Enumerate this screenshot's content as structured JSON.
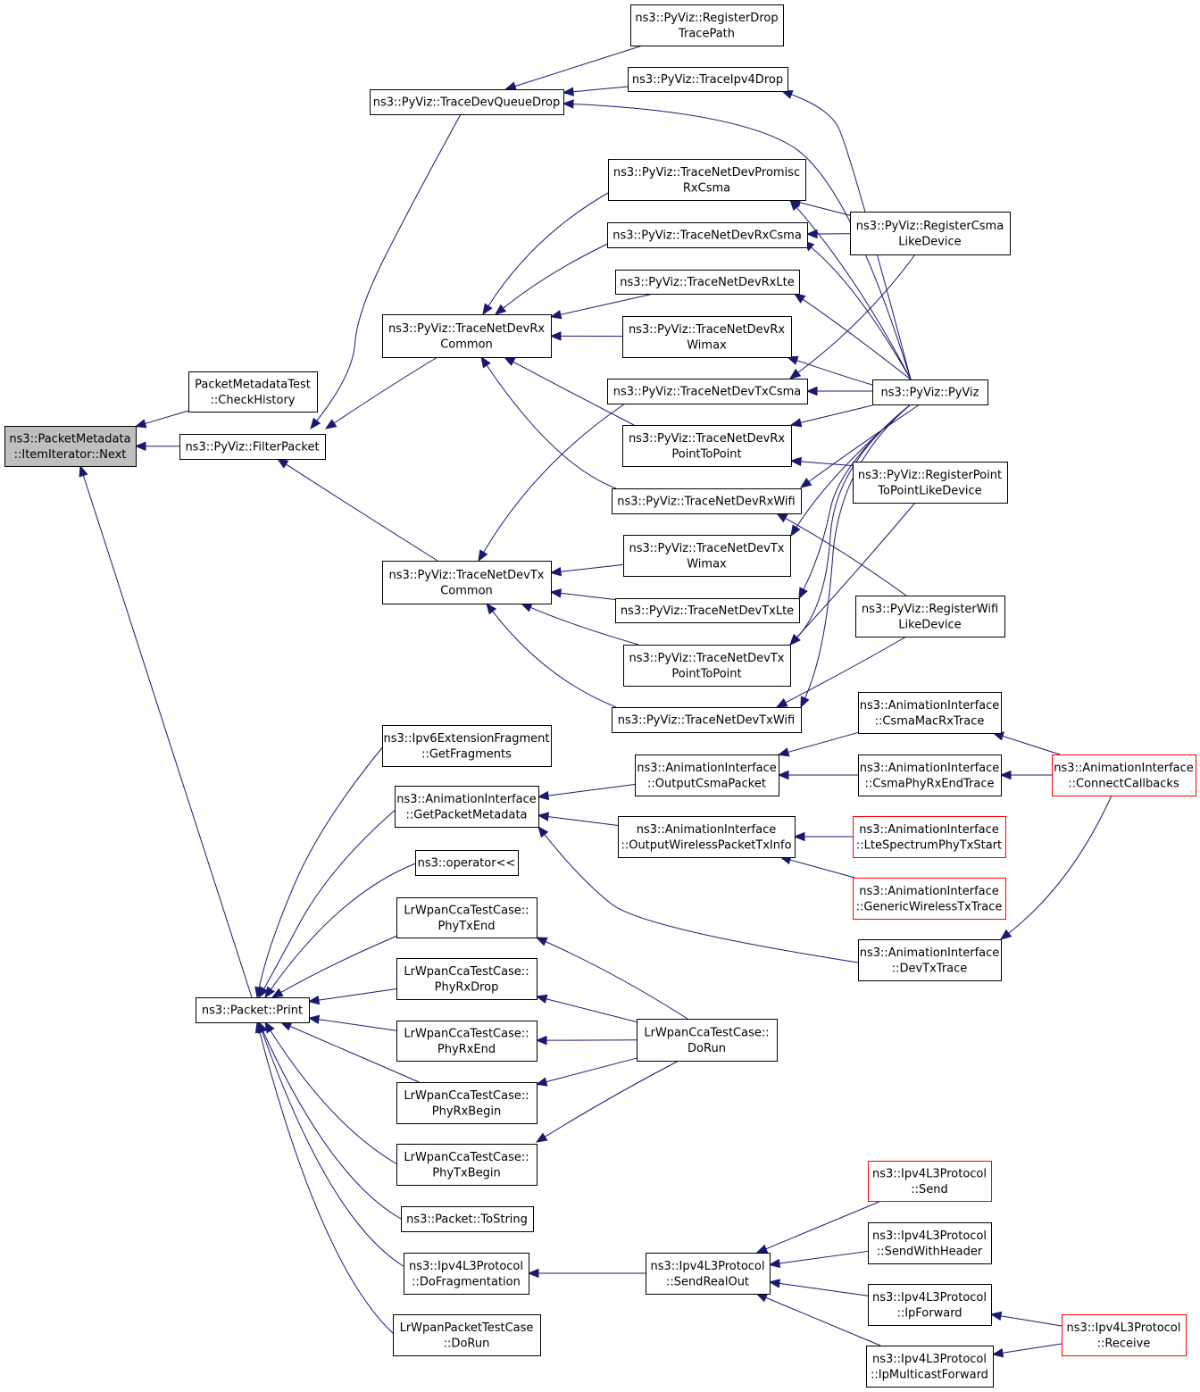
{
  "colors": {
    "edge": "#191970",
    "node_border": "#000000",
    "node_border_truncated": "#ff0000",
    "root_fill": "#bfbfbf",
    "node_fill": "#ffffff"
  },
  "nodes": {
    "next": {
      "lines": [
        "ns3::PacketMetadata",
        "::ItemIterator::Next"
      ],
      "root": true
    },
    "checkhistory": {
      "lines": [
        "PacketMetadataTest",
        "::CheckHistory"
      ]
    },
    "filterpacket": {
      "lines": [
        "ns3::PyViz::FilterPacket"
      ]
    },
    "print": {
      "lines": [
        "ns3::Packet::Print"
      ]
    },
    "tracedevqueuedrop": {
      "lines": [
        "ns3::PyViz::TraceDevQueueDrop"
      ]
    },
    "tracenetdevrxcommon": {
      "lines": [
        "ns3::PyViz::TraceNetDevRx",
        "Common"
      ]
    },
    "tracenetdevtxcommon": {
      "lines": [
        "ns3::PyViz::TraceNetDevTx",
        "Common"
      ]
    },
    "registerdroptracepath": {
      "lines": [
        "ns3::PyViz::RegisterDrop",
        "TracePath"
      ]
    },
    "traceipv4drop": {
      "lines": [
        "ns3::PyViz::TraceIpv4Drop"
      ]
    },
    "tracepromiscrxcsma": {
      "lines": [
        "ns3::PyViz::TraceNetDevPromisc",
        "RxCsma"
      ]
    },
    "tracerxcsma": {
      "lines": [
        "ns3::PyViz::TraceNetDevRxCsma"
      ]
    },
    "tracerxlte": {
      "lines": [
        "ns3::PyViz::TraceNetDevRxLte"
      ]
    },
    "tracerxwimax": {
      "lines": [
        "ns3::PyViz::TraceNetDevRx",
        "Wimax"
      ]
    },
    "tracetxcsma": {
      "lines": [
        "ns3::PyViz::TraceNetDevTxCsma"
      ]
    },
    "tracerxp2p": {
      "lines": [
        "ns3::PyViz::TraceNetDevRx",
        "PointToPoint"
      ]
    },
    "tracerxwifi": {
      "lines": [
        "ns3::PyViz::TraceNetDevRxWifi"
      ]
    },
    "tracetxwimax": {
      "lines": [
        "ns3::PyViz::TraceNetDevTx",
        "Wimax"
      ]
    },
    "tracetxlte": {
      "lines": [
        "ns3::PyViz::TraceNetDevTxLte"
      ]
    },
    "tracetxp2p": {
      "lines": [
        "ns3::PyViz::TraceNetDevTx",
        "PointToPoint"
      ]
    },
    "tracetxwifi": {
      "lines": [
        "ns3::PyViz::TraceNetDevTxWifi"
      ]
    },
    "pyviz": {
      "lines": [
        "ns3::PyViz::PyViz"
      ]
    },
    "registercsma": {
      "lines": [
        "ns3::PyViz::RegisterCsma",
        "LikeDevice"
      ]
    },
    "registerp2p": {
      "lines": [
        "ns3::PyViz::RegisterPoint",
        "ToPointLikeDevice"
      ]
    },
    "registerwifi": {
      "lines": [
        "ns3::PyViz::RegisterWifi",
        "LikeDevice"
      ]
    },
    "ipv6getfragments": {
      "lines": [
        "ns3::Ipv6ExtensionFragment",
        "::GetFragments"
      ]
    },
    "getpacketmetadata": {
      "lines": [
        "ns3::AnimationInterface",
        "::GetPacketMetadata"
      ]
    },
    "operatorll": {
      "lines": [
        "ns3::operator<<"
      ]
    },
    "phytxend": {
      "lines": [
        "LrWpanCcaTestCase::",
        "PhyTxEnd"
      ]
    },
    "phyrxdrop": {
      "lines": [
        "LrWpanCcaTestCase::",
        "PhyRxDrop"
      ]
    },
    "phyrxend": {
      "lines": [
        "LrWpanCcaTestCase::",
        "PhyRxEnd"
      ]
    },
    "phyrxbegin": {
      "lines": [
        "LrWpanCcaTestCase::",
        "PhyRxBegin"
      ]
    },
    "phytxbegin": {
      "lines": [
        "LrWpanCcaTestCase::",
        "PhyTxBegin"
      ]
    },
    "tostring": {
      "lines": [
        "ns3::Packet::ToString"
      ]
    },
    "dofragmentation": {
      "lines": [
        "ns3::Ipv4L3Protocol",
        "::DoFragmentation"
      ]
    },
    "lrwpanpacketdorun": {
      "lines": [
        "LrWpanPacketTestCase",
        "::DoRun"
      ]
    },
    "outputcsmapacket": {
      "lines": [
        "ns3::AnimationInterface",
        "::OutputCsmaPacket"
      ]
    },
    "outputwireless": {
      "lines": [
        "ns3::AnimationInterface",
        "::OutputWirelessPacketTxInfo"
      ]
    },
    "csmamacrxtrace": {
      "lines": [
        "ns3::AnimationInterface",
        "::CsmaMacRxTrace"
      ]
    },
    "csmaphyrxendtrace": {
      "lines": [
        "ns3::AnimationInterface",
        "::CsmaPhyRxEndTrace"
      ]
    },
    "ltespectrum": {
      "lines": [
        "ns3::AnimationInterface",
        "::LteSpectrumPhyTxStart"
      ],
      "truncated": true
    },
    "genericwireless": {
      "lines": [
        "ns3::AnimationInterface",
        "::GenericWirelessTxTrace"
      ],
      "truncated": true
    },
    "devtxtrace": {
      "lines": [
        "ns3::AnimationInterface",
        "::DevTxTrace"
      ]
    },
    "connectcallbacks": {
      "lines": [
        "ns3::AnimationInterface",
        "::ConnectCallbacks"
      ],
      "truncated": true
    },
    "lrwpanccadorun": {
      "lines": [
        "LrWpanCcaTestCase::",
        "DoRun"
      ]
    },
    "sendrealout": {
      "lines": [
        "ns3::Ipv4L3Protocol",
        "::SendRealOut"
      ]
    },
    "send": {
      "lines": [
        "ns3::Ipv4L3Protocol",
        "::Send"
      ],
      "truncated": true
    },
    "sendwithheader": {
      "lines": [
        "ns3::Ipv4L3Protocol",
        "::SendWithHeader"
      ]
    },
    "ipforward": {
      "lines": [
        "ns3::Ipv4L3Protocol",
        "::IpForward"
      ]
    },
    "ipmulticastforward": {
      "lines": [
        "ns3::Ipv4L3Protocol",
        "::IpMulticastForward"
      ]
    },
    "receive": {
      "lines": [
        "ns3::Ipv4L3Protocol",
        "::Receive"
      ],
      "truncated": true
    }
  },
  "edges": [
    [
      "checkhistory",
      "next"
    ],
    [
      "filterpacket",
      "next"
    ],
    [
      "print",
      "next"
    ],
    [
      "tracedevqueuedrop",
      "filterpacket"
    ],
    [
      "tracenetdevrxcommon",
      "filterpacket"
    ],
    [
      "tracenetdevtxcommon",
      "filterpacket"
    ],
    [
      "registerdroptracepath",
      "tracedevqueuedrop"
    ],
    [
      "traceipv4drop",
      "tracedevqueuedrop"
    ],
    [
      "pyviz",
      "tracedevqueuedrop"
    ],
    [
      "pyviz",
      "traceipv4drop"
    ],
    [
      "tracepromiscrxcsma",
      "tracenetdevrxcommon"
    ],
    [
      "tracerxcsma",
      "tracenetdevrxcommon"
    ],
    [
      "tracerxlte",
      "tracenetdevrxcommon"
    ],
    [
      "tracerxwimax",
      "tracenetdevrxcommon"
    ],
    [
      "tracerxp2p",
      "tracenetdevrxcommon"
    ],
    [
      "tracerxwifi",
      "tracenetdevrxcommon"
    ],
    [
      "tracetxcsma",
      "tracenetdevtxcommon"
    ],
    [
      "tracetxwimax",
      "tracenetdevtxcommon"
    ],
    [
      "tracetxlte",
      "tracenetdevtxcommon"
    ],
    [
      "tracetxp2p",
      "tracenetdevtxcommon"
    ],
    [
      "tracetxwifi",
      "tracenetdevtxcommon"
    ],
    [
      "registercsma",
      "tracepromiscrxcsma"
    ],
    [
      "pyviz",
      "tracepromiscrxcsma"
    ],
    [
      "registercsma",
      "tracerxcsma"
    ],
    [
      "pyviz",
      "tracerxcsma"
    ],
    [
      "pyviz",
      "tracerxlte"
    ],
    [
      "pyviz",
      "tracerxwimax"
    ],
    [
      "registercsma",
      "tracetxcsma"
    ],
    [
      "pyviz",
      "tracetxcsma"
    ],
    [
      "registerp2p",
      "tracerxp2p"
    ],
    [
      "pyviz",
      "tracerxp2p"
    ],
    [
      "registerwifi",
      "tracerxwifi"
    ],
    [
      "pyviz",
      "tracerxwifi"
    ],
    [
      "pyviz",
      "tracetxwimax"
    ],
    [
      "pyviz",
      "tracetxlte"
    ],
    [
      "registerp2p",
      "tracetxp2p"
    ],
    [
      "pyviz",
      "tracetxp2p"
    ],
    [
      "registerwifi",
      "tracetxwifi"
    ],
    [
      "pyviz",
      "tracetxwifi"
    ],
    [
      "ipv6getfragments",
      "print"
    ],
    [
      "getpacketmetadata",
      "print"
    ],
    [
      "operatorll",
      "print"
    ],
    [
      "phytxend",
      "print"
    ],
    [
      "phyrxdrop",
      "print"
    ],
    [
      "phyrxend",
      "print"
    ],
    [
      "phyrxbegin",
      "print"
    ],
    [
      "phytxbegin",
      "print"
    ],
    [
      "tostring",
      "print"
    ],
    [
      "dofragmentation",
      "print"
    ],
    [
      "lrwpanpacketdorun",
      "print"
    ],
    [
      "outputcsmapacket",
      "getpacketmetadata"
    ],
    [
      "outputwireless",
      "getpacketmetadata"
    ],
    [
      "devtxtrace",
      "getpacketmetadata"
    ],
    [
      "csmamacrxtrace",
      "outputcsmapacket"
    ],
    [
      "csmaphyrxendtrace",
      "outputcsmapacket"
    ],
    [
      "ltespectrum",
      "outputwireless"
    ],
    [
      "genericwireless",
      "outputwireless"
    ],
    [
      "connectcallbacks",
      "csmamacrxtrace"
    ],
    [
      "connectcallbacks",
      "csmaphyrxendtrace"
    ],
    [
      "connectcallbacks",
      "devtxtrace"
    ],
    [
      "lrwpanccadorun",
      "phytxend"
    ],
    [
      "lrwpanccadorun",
      "phyrxdrop"
    ],
    [
      "lrwpanccadorun",
      "phyrxend"
    ],
    [
      "lrwpanccadorun",
      "phyrxbegin"
    ],
    [
      "lrwpanccadorun",
      "phytxbegin"
    ],
    [
      "sendrealout",
      "dofragmentation"
    ],
    [
      "send",
      "sendrealout"
    ],
    [
      "sendwithheader",
      "sendrealout"
    ],
    [
      "ipforward",
      "sendrealout"
    ],
    [
      "ipmulticastforward",
      "sendrealout"
    ],
    [
      "receive",
      "ipforward"
    ],
    [
      "receive",
      "ipmulticastforward"
    ]
  ]
}
